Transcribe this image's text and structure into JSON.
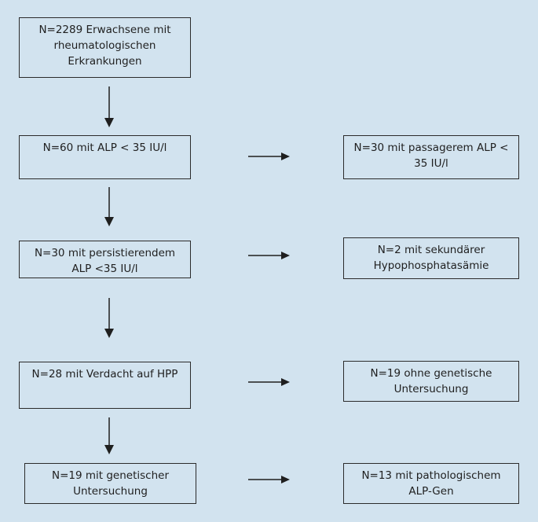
{
  "flowchart": {
    "left_boxes": [
      {
        "text": "N=2289 Erwachsene mit\nrheumatologischen\nErkrankungen"
      },
      {
        "text": "N=60 mit ALP < 35 IU/l"
      },
      {
        "text": "N=30 mit persistierendem\nALP <35 IU/l"
      },
      {
        "text": "N=28 mit Verdacht auf HPP"
      },
      {
        "text": "N=19 mit genetischer\nUntersuchung"
      }
    ],
    "right_boxes": [
      {
        "text": "N=30 mit passagerem ALP <\n35 IU/l"
      },
      {
        "text": "N=2 mit sekundärer\nHypophosphatasämie"
      },
      {
        "text": "N=19 ohne genetische\nUntersuchung"
      },
      {
        "text": "N=13 mit pathologischem\nALP-Gen"
      }
    ]
  },
  "colors": {
    "background": "#d2e3ef",
    "stroke": "#2b2b2b",
    "text": "#1f1f1f"
  }
}
